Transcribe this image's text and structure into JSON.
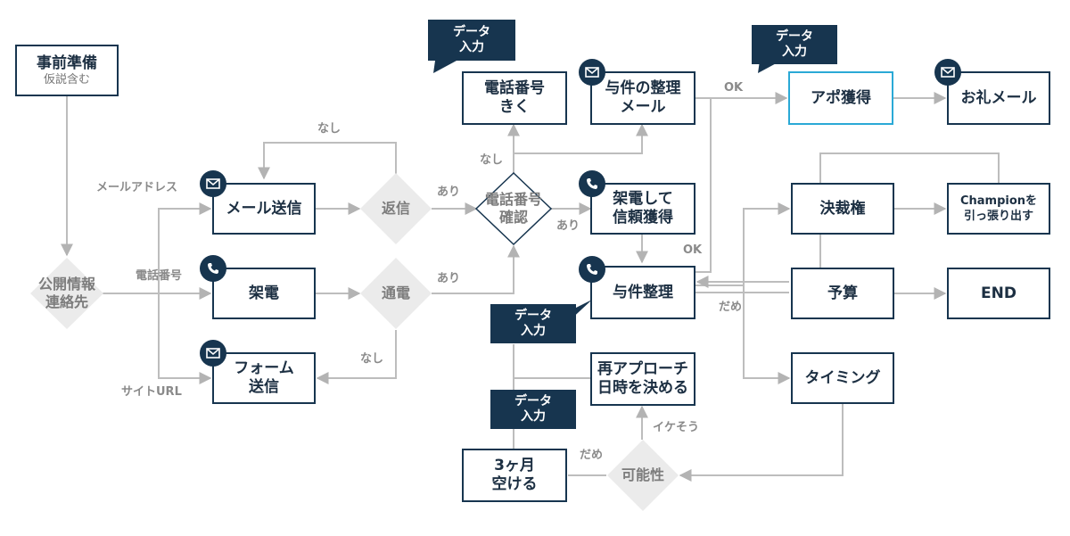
{
  "nodes": {
    "prep": {
      "title": "事前準備",
      "sub": "仮説含む"
    },
    "mail_send": "メール送信",
    "call": "架電",
    "form_send": "フォーム\n送信",
    "ask_phone": "電話番号\nきく",
    "organize_reqs": "与件の整理\nメール",
    "appo": "アポ獲得",
    "thanks_mail": "お礼メール",
    "trust_call": "架電して\n信頼獲得",
    "req_organize": "与件整理",
    "reapproach": "再アプローチ\n日時を決める",
    "wait3": "3ヶ月\n空ける",
    "decision": "決裁権",
    "champion": "Championを\n引っ張り出す",
    "budget": "予算",
    "end": "END",
    "timing": "タイミング"
  },
  "decisions": {
    "public_info": "公開情報\n連絡先",
    "reply": "返信",
    "connect": "通電",
    "phone_check": "電話番号\n確認",
    "possibility": "可能性"
  },
  "tags": {
    "data_entry": "データ\n入力"
  },
  "edge_labels": {
    "email_address": "メールアドレス",
    "phone_number": "電話番号",
    "site_url": "サイトURL",
    "none": "なし",
    "yes": "あり",
    "ok": "OK",
    "no_good": "だめ",
    "promising": "イケそう"
  },
  "icons": {
    "mail": "mail-icon",
    "phone": "phone-icon"
  },
  "colors": {
    "navy": "#17354f",
    "line": "#b8b8b8",
    "diamond": "#ebebeb",
    "highlight": "#2aa9d6",
    "label": "#8a8a8a"
  }
}
